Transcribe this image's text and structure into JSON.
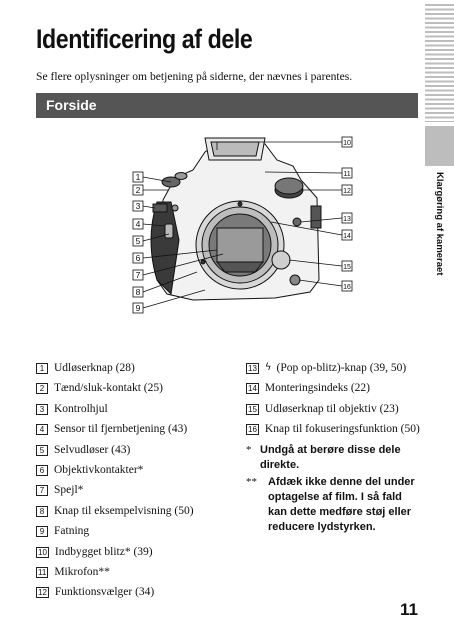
{
  "page": {
    "title": "Identificering af dele",
    "intro": "Se flere oplysninger om betjening på siderne, der nævnes i parentes.",
    "section": "Forside",
    "sidebar": "Klargøring af kameraet",
    "page_number": "11"
  },
  "callouts": {
    "left": [
      "1",
      "2",
      "3",
      "4",
      "5",
      "6",
      "7",
      "8",
      "9"
    ],
    "right": [
      "10",
      "11",
      "12",
      "13",
      "14",
      "15",
      "16"
    ]
  },
  "parts_left": [
    {
      "num": "1",
      "label": "Udløserknap (28)"
    },
    {
      "num": "2",
      "label": "Tænd/sluk-kontakt (25)"
    },
    {
      "num": "3",
      "label": "Kontrolhjul"
    },
    {
      "num": "4",
      "label": "Sensor til fjernbetjening (43)"
    },
    {
      "num": "5",
      "label": "Selvudløser (43)"
    },
    {
      "num": "6",
      "label": "Objektivkontakter*"
    },
    {
      "num": "7",
      "label": "Spejl*"
    },
    {
      "num": "8",
      "label": "Knap til eksempelvisning (50)"
    },
    {
      "num": "9",
      "label": "Fatning"
    },
    {
      "num": "10",
      "label": "Indbygget blitz* (39)"
    },
    {
      "num": "11",
      "label": "Mikrofon**"
    },
    {
      "num": "12",
      "label": "Funktionsvælger (34)"
    }
  ],
  "parts_right": [
    {
      "num": "13",
      "label": "(Pop op-blitz)-knap (39, 50)"
    },
    {
      "num": "14",
      "label": "Monteringsindeks (22)"
    },
    {
      "num": "15",
      "label": "Udløserknap til objektiv (23)"
    },
    {
      "num": "16",
      "label": "Knap til fokuseringsfunktion (50)"
    }
  ],
  "notes": [
    {
      "mark": "*",
      "text": "Undgå at berøre disse dele direkte."
    },
    {
      "mark": "**",
      "text": "Afdæk ikke denne del under optagelse af film. I så fald kan dette medføre støj eller reducere lydstyrken."
    }
  ],
  "icons": {
    "flash": "flash-icon"
  }
}
